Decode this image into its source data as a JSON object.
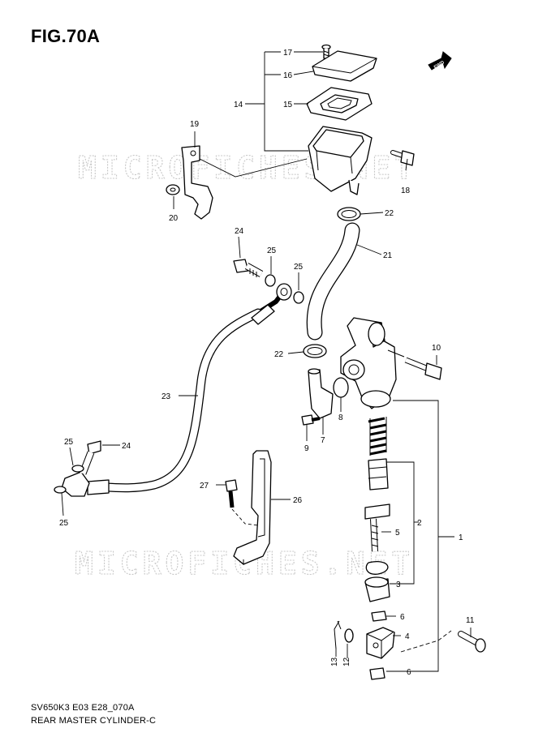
{
  "figure": {
    "title": "FIG.70A"
  },
  "footer": {
    "code": "SV650K3 E03 E28_070A",
    "name": "REAR MASTER CYLINDER-C"
  },
  "watermark": {
    "text": "MICROFICHES.NET"
  },
  "direction_badge": {
    "text": "FWD"
  },
  "callouts": {
    "c1": "1",
    "c2": "2",
    "c3": "3",
    "c4": "4",
    "c5": "5",
    "c6a": "6",
    "c6b": "6",
    "c7": "7",
    "c8": "8",
    "c9": "9",
    "c10": "10",
    "c11": "11",
    "c12": "12",
    "c13": "13",
    "c14": "14",
    "c15": "15",
    "c16": "16",
    "c17": "17",
    "c18": "18",
    "c19": "19",
    "c20": "20",
    "c21": "21",
    "c22a": "22",
    "c22b": "22",
    "c23": "23",
    "c24a": "24",
    "c24b": "24",
    "c25a": "25",
    "c25b": "25",
    "c25c": "25",
    "c25d": "25",
    "c26": "26",
    "c27": "27"
  }
}
